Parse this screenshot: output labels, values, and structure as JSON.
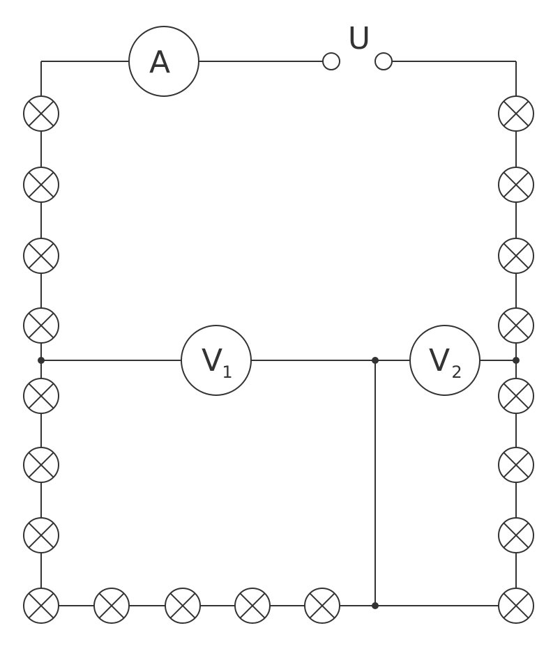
{
  "circuit": {
    "ammeter_label": "A",
    "source_label": "U",
    "voltmeter1": {
      "letter": "V",
      "sub": "1"
    },
    "voltmeter2": {
      "letter": "V",
      "sub": "2"
    },
    "lamp_count": 20
  }
}
